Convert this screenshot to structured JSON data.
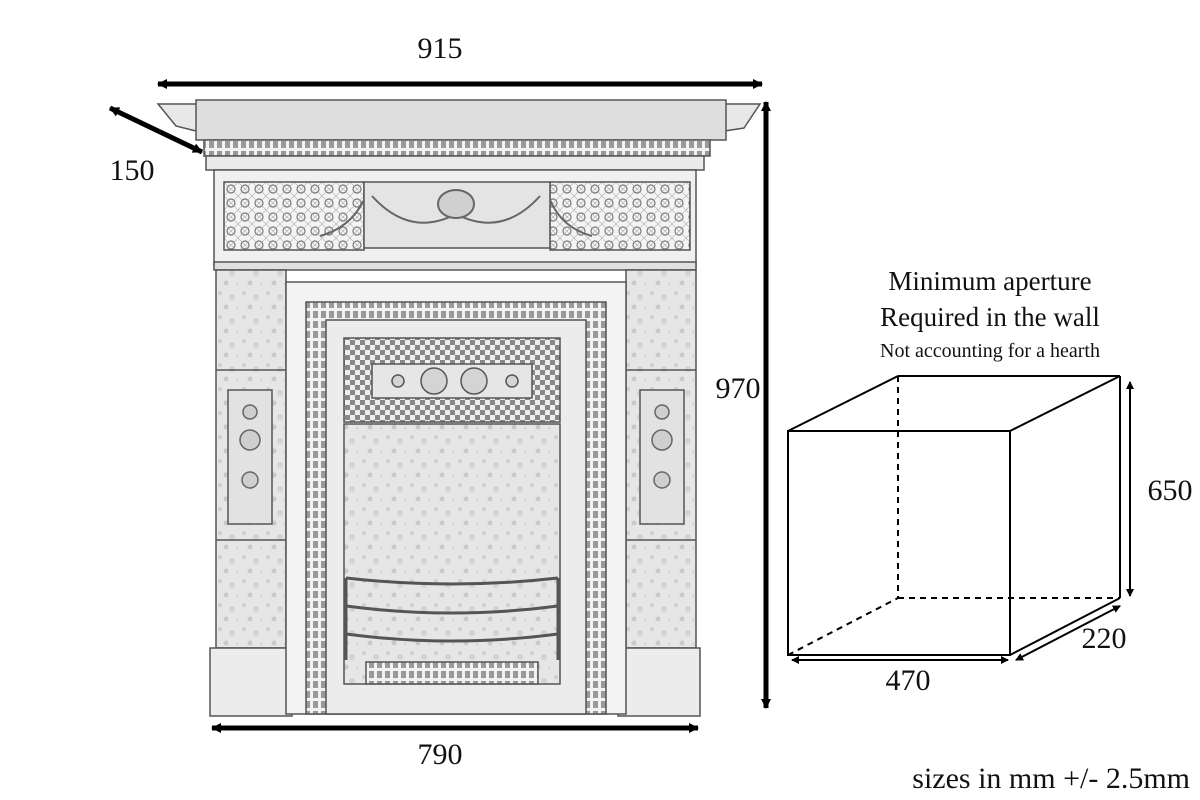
{
  "fireplace": {
    "width_top": "915",
    "depth": "150",
    "height": "970",
    "width_bottom": "790"
  },
  "aperture": {
    "title_line1": "Minimum aperture",
    "title_line2": "Required in the wall",
    "note": "Not accounting for a hearth",
    "height": "650",
    "depth": "220",
    "width": "470"
  },
  "footer": {
    "tolerance": "sizes in mm +/- 2.5mm"
  }
}
